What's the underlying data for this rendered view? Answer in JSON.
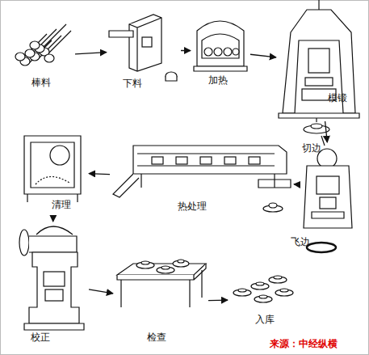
{
  "diagram": {
    "nodes": [
      {
        "text": [
          "棒料"
        ]
      },
      {
        "text": [
          "下料"
        ]
      },
      {
        "text": [
          "加热"
        ]
      },
      {
        "text": [
          "模锻"
        ]
      },
      {
        "text": [
          "切边"
        ]
      },
      {
        "text": [
          "热处理"
        ]
      },
      {
        "text": [
          "清理"
        ]
      },
      {
        "text": [
          "校正"
        ]
      },
      {
        "text": [
          "检查"
        ]
      },
      {
        "text": [
          "入库"
        ]
      }
    ],
    "edges": [
      {
        "from": 0,
        "to": 1,
        "arrow": "to"
      },
      {
        "from": 1,
        "to": 2,
        "arrow": "to"
      },
      {
        "from": 2,
        "to": 3,
        "arrow": "to"
      },
      {
        "from": 3,
        "to": 4,
        "arrow": "to"
      },
      {
        "from": 4,
        "to": 5,
        "arrow": "to"
      },
      {
        "from": 5,
        "to": 6,
        "arrow": "to"
      },
      {
        "from": 6,
        "to": 7,
        "arrow": "to"
      },
      {
        "from": 7,
        "to": 8,
        "arrow": "to"
      },
      {
        "from": 8,
        "to": 9,
        "arrow": "to"
      }
    ],
    "labels": [
      "飞边",
      "来源：中经纵横"
    ]
  }
}
